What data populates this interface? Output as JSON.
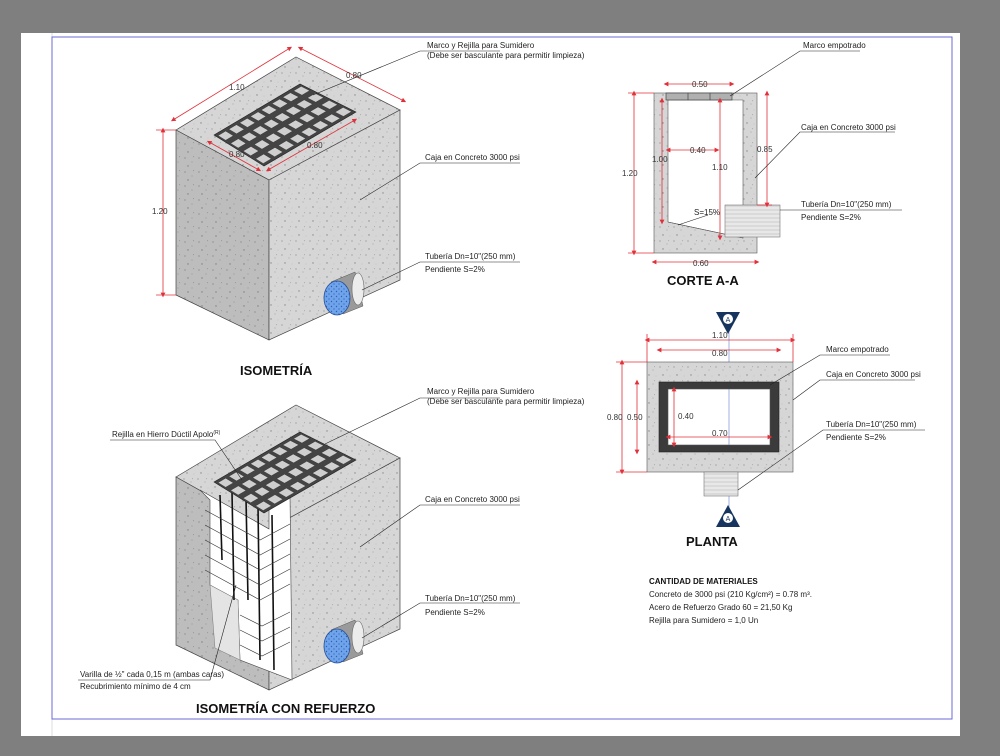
{
  "labels": {
    "iso_grate_1": "Marco y Rejilla para Sumidero",
    "iso_grate_2": "(Debe ser basculante para permitir limpieza)",
    "iso_box": "Caja en Concreto 3000 psi",
    "iso_pipe_1": "Tubería Dn=10\"(250 mm)",
    "iso_pipe_2": "Pendiente S=2%",
    "ref_grate_1": "Marco y Rejilla para Sumidero",
    "ref_grate_2": "(Debe ser basculante para permitir limpieza)",
    "ref_rejilla": "Rejilla en Hierro Dúctil Apolo",
    "ref_rejilla_sup": "(R)",
    "ref_box": "Caja en Concreto 3000 psi",
    "ref_pipe_1": "Tubería Dn=10\"(250 mm)",
    "ref_pipe_2": "Pendiente S=2%",
    "ref_varilla_1": "Varilla de ½\" cada 0,15 m (ambas caras)",
    "ref_varilla_2": "Recubrimiento mínimo de 4 cm",
    "sec_marco": "Marco empotrado",
    "sec_box": "Caja en Concreto 3000 psi",
    "sec_pipe_1": "Tubería Dn=10\"(250 mm)",
    "sec_pipe_2": "Pendiente S=2%",
    "sec_slope": "S=15%",
    "plan_marco": "Marco empotrado",
    "plan_box": "Caja en Concreto 3000 psi",
    "plan_pipe_1": "Tubería Dn=10\"(250 mm)",
    "plan_pipe_2": "Pendiente S=2%"
  },
  "dims": {
    "iso_110": "1.10",
    "iso_080_top": "0.80",
    "iso_080_grate_a": "0.80",
    "iso_080_grate_b": "0.80",
    "iso_120": "1.20",
    "sec_050": "0.50",
    "sec_040": "0.40",
    "sec_110": "1.10",
    "sec_100": "1.00",
    "sec_120": "1.20",
    "sec_085": "0.85",
    "sec_060": "0.60",
    "plan_110": "1.10",
    "plan_080_top": "0.80",
    "plan_080_left": "0.80",
    "plan_050": "0.50",
    "plan_040": "0.40",
    "plan_070": "0.70"
  },
  "titles": {
    "iso": "ISOMETRÍA",
    "iso_ref": "ISOMETRÍA CON REFUERZO",
    "section": "CORTE A-A",
    "plan": "PLANTA"
  },
  "section_markers": [
    "A",
    "A"
  ],
  "materials": {
    "heading": "CANTIDAD DE MATERIALES",
    "lines": [
      "Concreto de 3000 psi (210 Kg/cm²) = 0.78 m³.",
      "Acero de Refuerzo Grado 60 = 21,50 Kg",
      "Rejilla para Sumidero = 1,0 Un"
    ]
  },
  "colors": {
    "background": "#7f7f7f",
    "sheet": "#ffffff",
    "frame": "#6b6bd8",
    "concrete_light": "#d9d9d9",
    "concrete_dark": "#b9b9b9",
    "dimension": "#e0303a",
    "marker": "#17345e",
    "pipe": "#3f7fd8"
  }
}
